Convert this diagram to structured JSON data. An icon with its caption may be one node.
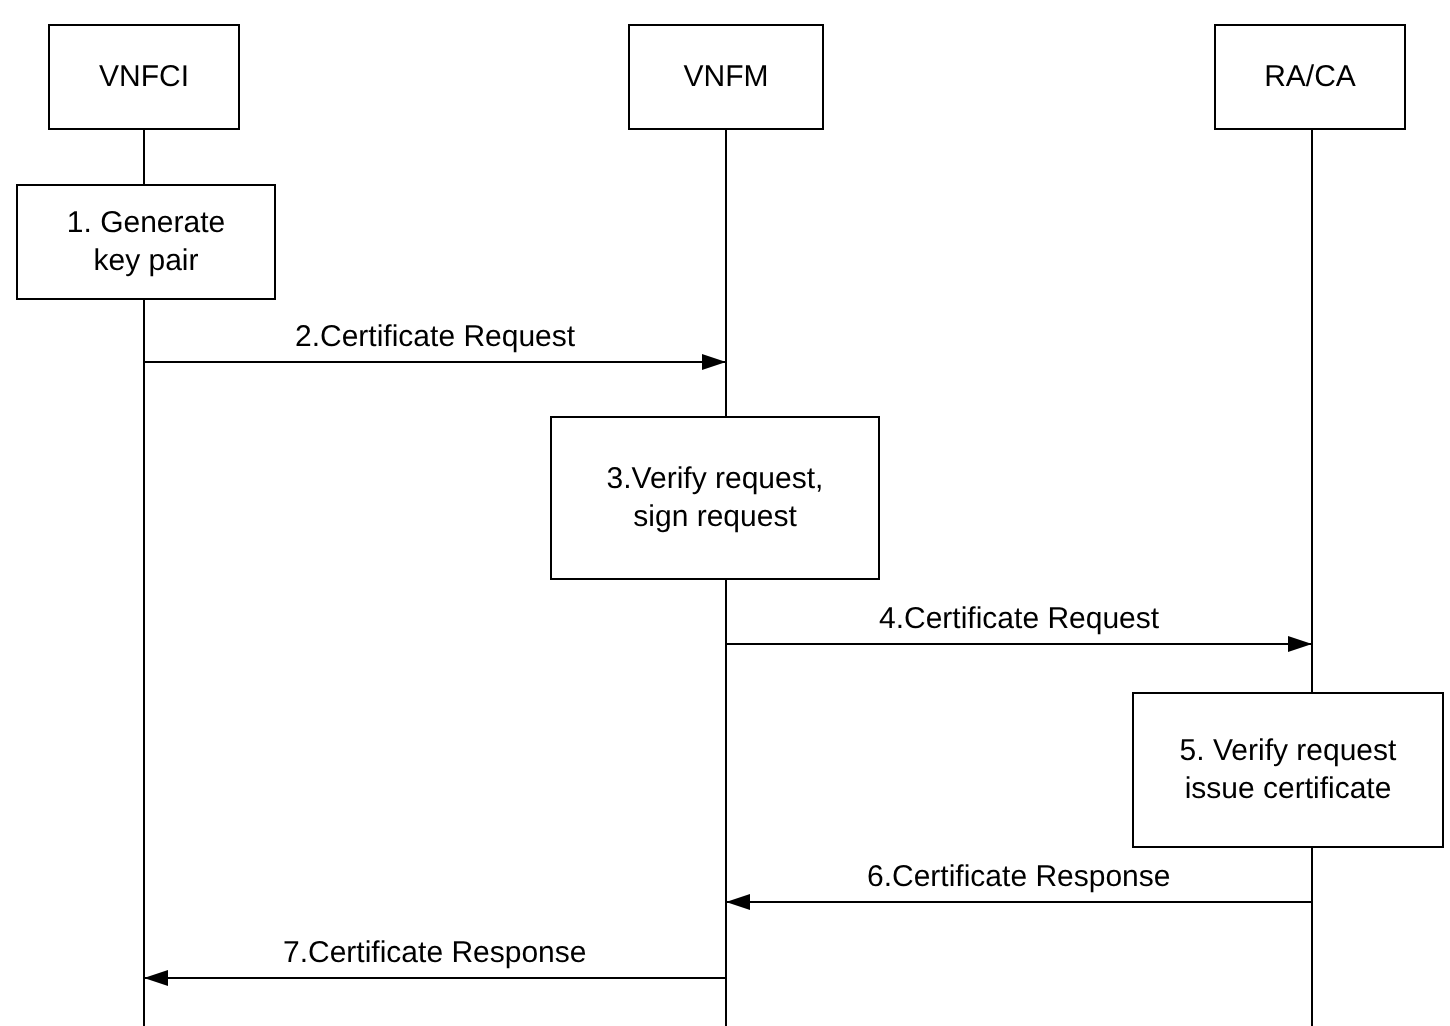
{
  "diagram": {
    "nodes": [
      {
        "text": [
          "VNFCI"
        ]
      },
      {
        "text": [
          "VNFM"
        ]
      },
      {
        "text": [
          "RA/CA"
        ]
      },
      {
        "text": [
          "1. Generate key pair"
        ]
      },
      {
        "text": [
          "3.Verify request, sign request"
        ]
      },
      {
        "text": [
          "5. Verify request issue certificate"
        ]
      }
    ],
    "edges": [
      {
        "from": 0,
        "to": 1,
        "arrow": "to",
        "label": "2.Certificate Request"
      },
      {
        "from": 1,
        "to": 2,
        "arrow": "to",
        "label": "4.Certificate Request"
      },
      {
        "from": 2,
        "to": 1,
        "arrow": "to",
        "label": "6.Certificate Response"
      },
      {
        "from": 1,
        "to": 0,
        "arrow": "to",
        "label": "7.Certificate Response"
      }
    ]
  }
}
